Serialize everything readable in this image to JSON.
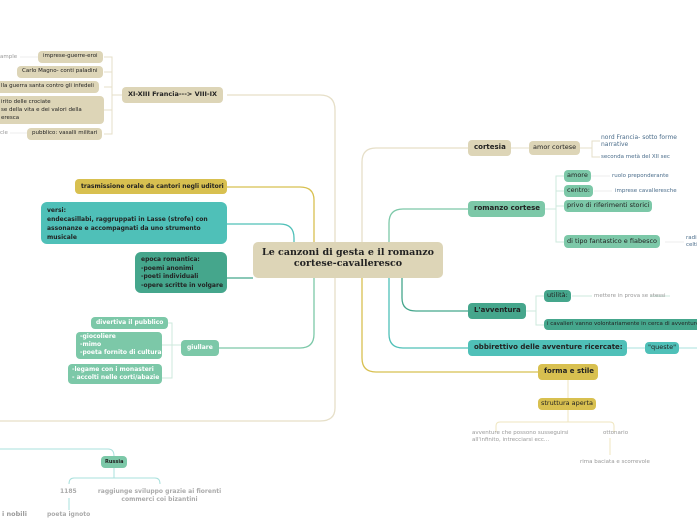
{
  "center": "Le canzoni di gesta e il romanzo cortese-cavalleresco",
  "left": {
    "origin": {
      "label": "XI-XIII Francia---> VIII-IX",
      "children": [
        "imprese-guerre-eroi",
        "Carlo Magno- conti paladini",
        "lla guerra santa contro gli infedeli",
        "irito delle crociate\nse della vita e dei valori della\neresca",
        "pubblico: vasalli militari"
      ],
      "notes": [
        "ample",
        "cle"
      ]
    },
    "trasmissione": "trasmissione orale da cantori negli uditori",
    "versi": "versi:\nendecasillabi, raggruppati in Lasse (strofe) con assonanze e accompagnati da uno strumento musicale",
    "epoca": "epoca romantica:\n-poemi anonimi\n-poeti individuali\n-opere scritte in volgare",
    "giullare": {
      "label": "giullare",
      "children": [
        "divertiva il pubblico",
        "-giocoliere\n-mimo\n-poeta fornito di cultura",
        "-legame con i monasteri\n- accolti nelle corti/abazie"
      ]
    },
    "russia": {
      "label": "Russia",
      "children": [
        "1185",
        "raggiunge sviluppo grazie ai fiorenti commerci coi bizantini"
      ],
      "bottom": [
        "i nobili",
        "poeta ignoto"
      ]
    }
  },
  "right": {
    "cortesia": {
      "label": "cortesia",
      "child": "amor cortese",
      "notes": [
        "nord Francia- sotto forme narrative",
        "seconda metà del XII sec"
      ]
    },
    "romanzo": {
      "label": "romanzo cortese",
      "children": [
        "amore",
        "centro:",
        "privo di riferimenti storici",
        "di tipo fantastico e fiabesco"
      ],
      "notes": [
        "ruolo preponderante",
        "imprese cavalleresche",
        "radi",
        "celti"
      ]
    },
    "avventura": {
      "label": "L'avventura",
      "children": [
        "utilità:",
        "i cavalieri vanno  volontariamente in cerca di avventure"
      ],
      "note": "mettere in prova se stessi"
    },
    "obiettivo": {
      "label": "obbirettivo delle avventure ricercate:",
      "child": "\"queste\""
    },
    "forma": {
      "label": "forma e stile",
      "child": "struttura aperta",
      "notes": [
        "avventure che possono susseguirsi all'infinito, intrecciarsi ecc...",
        "ottonario",
        "rima baciata e scorrevole"
      ]
    }
  }
}
